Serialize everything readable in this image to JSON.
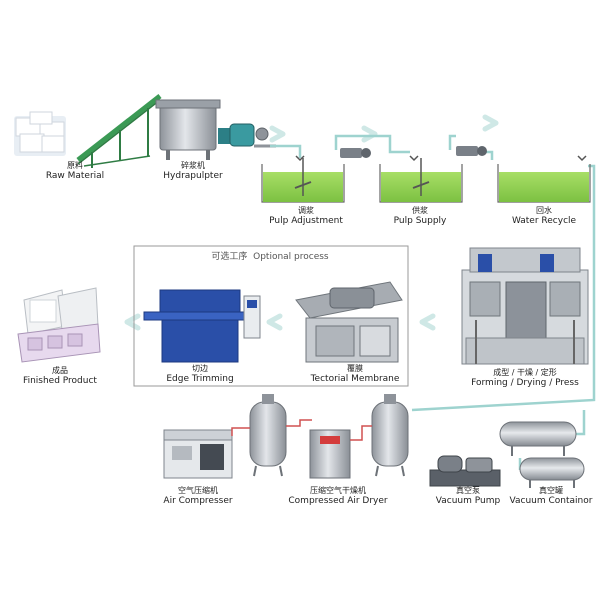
{
  "stages": {
    "raw_material": {
      "zh": "原料",
      "en": "Raw Material"
    },
    "hydrapulpter": {
      "zh": "碎浆机",
      "en": "Hydrapulpter"
    },
    "pulp_adjustment": {
      "zh": "调浆",
      "en": "Pulp Adjustment"
    },
    "pulp_supply": {
      "zh": "供浆",
      "en": "Pulp Supply"
    },
    "water_recycle": {
      "zh": "回水",
      "en": "Water Recycle"
    },
    "forming": {
      "zh": "成型 / 干燥 / 定形",
      "en": "Forming / Drying / Press"
    },
    "tectorial_membrane": {
      "zh": "覆膜",
      "en": "Tectorial Membrane"
    },
    "edge_trimming": {
      "zh": "切边",
      "en": "Edge Trimming"
    },
    "finished_product": {
      "zh": "成品",
      "en": "Finished Product"
    },
    "air_compressor": {
      "zh": "空气压缩机",
      "en": "Air Compresser"
    },
    "air_dryer": {
      "zh": "压缩空气干燥机",
      "en": "Compressed Air Dryer"
    },
    "vacuum_pump": {
      "zh": "真空泵",
      "en": "Vacuum Pump"
    },
    "vacuum_container": {
      "zh": "真空罐",
      "en": "Vacuum Containor"
    }
  },
  "optional_process": {
    "zh": "可选工序",
    "en": "Optional process"
  },
  "colors": {
    "pulp": "#8fd14f",
    "pipe": "#9ed3cf",
    "arrow": "#cfe8e6",
    "machine_blue": "#2a4fa8",
    "steel": "#b8bcc2"
  }
}
